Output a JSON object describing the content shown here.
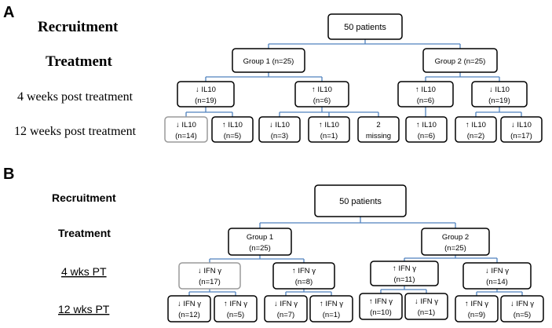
{
  "panels": [
    {
      "letter": "A",
      "stage_labels": [
        "Recruitment",
        "Treatment",
        "4 weeks post treatment",
        "12 weeks post treatment"
      ],
      "root": {
        "label": "50 patients"
      },
      "groups": [
        {
          "label": "Group 1 (n=25)",
          "week4": [
            {
              "line1": "↓ IL10",
              "line2": "(n=19)",
              "week12": [
                {
                  "line1": "↓ IL10",
                  "line2": "(n=14)",
                  "highlight": true
                },
                {
                  "line1": "↑ IL10",
                  "line2": "(n=5)"
                }
              ]
            },
            {
              "line1": "↑ IL10",
              "line2": "(n=6)",
              "week12": [
                {
                  "line1": "↓ IL10",
                  "line2": "(n=3)"
                },
                {
                  "line1": "↑ IL10",
                  "line2": "(n=1)"
                },
                {
                  "line1": "2",
                  "line2": "missing"
                }
              ]
            }
          ]
        },
        {
          "label": "Group 2 (n=25)",
          "week4": [
            {
              "line1": "↑ IL10",
              "line2": "(n=6)",
              "week12": [
                {
                  "line1": "↑ IL10",
                  "line2": "(n=6)"
                }
              ]
            },
            {
              "line1": "↓ IL10",
              "line2": "(n=19)",
              "week12": [
                {
                  "line1": "↑ IL10",
                  "line2": "(n=2)"
                },
                {
                  "line1": "↓ IL10",
                  "line2": "(n=17)"
                }
              ]
            }
          ]
        }
      ]
    },
    {
      "letter": "B",
      "stage_labels": [
        "Recruitment",
        "Treatment",
        "4 wks PT",
        "12 wks PT"
      ],
      "root": {
        "label": "50 patients"
      },
      "groups": [
        {
          "line1": "Group 1",
          "line2": "(n=25)",
          "week4": [
            {
              "line1": "↓ IFN γ",
              "line2": "(n=17)",
              "highlight": true,
              "week12": [
                {
                  "line1": "↓ IFN γ",
                  "line2": "(n=12)"
                },
                {
                  "line1": "↑ IFN γ",
                  "line2": "(n=5)"
                }
              ]
            },
            {
              "line1": "↑ IFN γ",
              "line2": "(n=8)",
              "week12": [
                {
                  "line1": "↓ IFN γ",
                  "line2": "(n=7)"
                },
                {
                  "line1": "↑ IFN γ",
                  "line2": "(n=1)"
                }
              ]
            }
          ]
        },
        {
          "line1": "Group 2",
          "line2": "(n=25)",
          "week4": [
            {
              "line1": "↑ IFN γ",
              "line2": "(n=11)",
              "week12": [
                {
                  "line1": "↑ IFN γ",
                  "line2": "(n=10)"
                },
                {
                  "line1": "↓ IFN γ",
                  "line2": "(n=1)"
                }
              ]
            },
            {
              "line1": "↓ IFN γ",
              "line2": "(n=14)",
              "week12": [
                {
                  "line1": "↑ IFN γ",
                  "line2": "(n=9)"
                },
                {
                  "line1": "↓ IFN γ",
                  "line2": "(n=5)"
                }
              ]
            }
          ]
        }
      ]
    }
  ]
}
